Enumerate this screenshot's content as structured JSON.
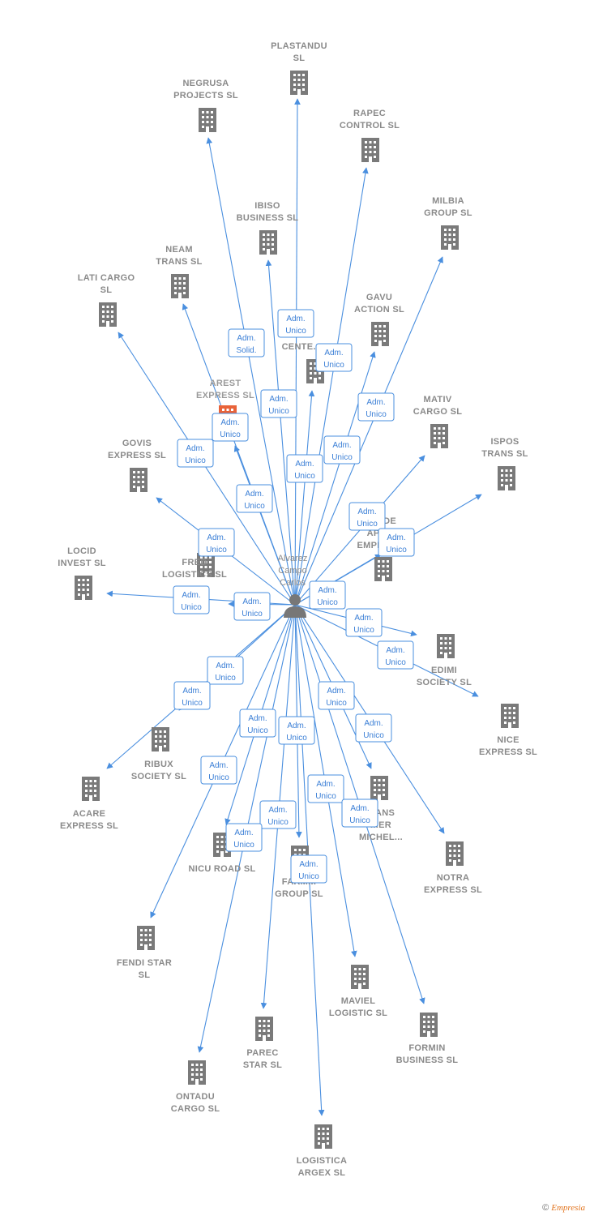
{
  "center": {
    "label_lines": [
      "Alvarez",
      "Campo",
      "Carlos"
    ],
    "icon": "person-icon"
  },
  "colors": {
    "edge": "#4a8fdf",
    "building": "#7a7a7a",
    "highlight_building": "#e8633a"
  },
  "companies": [
    {
      "id": "plastandu",
      "lines": [
        "PLASTANDU",
        "SL"
      ]
    },
    {
      "id": "negrusa",
      "lines": [
        "NEGRUSA",
        "PROJECTS SL"
      ]
    },
    {
      "id": "rapec",
      "lines": [
        "RAPEC",
        "CONTROL SL"
      ]
    },
    {
      "id": "milbia",
      "lines": [
        "MILBIA",
        "GROUP SL"
      ]
    },
    {
      "id": "ibiso",
      "lines": [
        "IBISO",
        "BUSINESS SL"
      ]
    },
    {
      "id": "neam",
      "lines": [
        "NEAM",
        "TRANS SL"
      ]
    },
    {
      "id": "laticargo",
      "lines": [
        "LATI CARGO",
        "SL"
      ]
    },
    {
      "id": "gavu",
      "lines": [
        "GAVU",
        "ACTION SL"
      ]
    },
    {
      "id": "tri",
      "lines": [
        "TRI",
        "CENTE..."
      ]
    },
    {
      "id": "arest",
      "lines": [
        "AREST",
        "EXPRESS SL"
      ],
      "highlight": true
    },
    {
      "id": "mativ",
      "lines": [
        "MATIV",
        "CARGO SL"
      ]
    },
    {
      "id": "govis",
      "lines": [
        "GOVIS",
        "EXPRESS SL"
      ]
    },
    {
      "id": "ispos",
      "lines": [
        "ISPOS",
        "TRANS SL"
      ]
    },
    {
      "id": "apoyo",
      "lines": [
        "...O DE",
        "APO...",
        "EMPREN..."
      ]
    },
    {
      "id": "locid",
      "lines": [
        "LOCID",
        "INVEST SL"
      ]
    },
    {
      "id": "fred",
      "lines": [
        "FRED",
        "LOGISTICS SL"
      ]
    },
    {
      "id": "edimi",
      "lines": [
        "EDIMI",
        "SOCIETY SL"
      ]
    },
    {
      "id": "nice",
      "lines": [
        "NICE",
        "EXPRESS SL"
      ]
    },
    {
      "id": "ribux",
      "lines": [
        "RIBUX",
        "SOCIETY SL"
      ]
    },
    {
      "id": "acare",
      "lines": [
        "ACARE",
        "EXPRESS SL"
      ]
    },
    {
      "id": "trans",
      "lines": [
        "...ANS",
        "...ER",
        "MICHEL..."
      ]
    },
    {
      "id": "nicuroad",
      "lines": [
        "NICU ROAD SL"
      ]
    },
    {
      "id": "farm",
      "lines": [
        "FARM...",
        "GROUP SL"
      ]
    },
    {
      "id": "notra",
      "lines": [
        "NOTRA",
        "EXPRESS SL"
      ]
    },
    {
      "id": "fendi",
      "lines": [
        "FENDI STAR",
        "SL"
      ]
    },
    {
      "id": "maviel",
      "lines": [
        "MAVIEL",
        "LOGISTIC SL"
      ]
    },
    {
      "id": "formin",
      "lines": [
        "FORMIN",
        "BUSINESS SL"
      ]
    },
    {
      "id": "parec",
      "lines": [
        "PAREC",
        "STAR SL"
      ]
    },
    {
      "id": "ontadu",
      "lines": [
        "ONTADU",
        "CARGO SL"
      ]
    },
    {
      "id": "logistica",
      "lines": [
        "LOGISTICA",
        "ARGEX SL"
      ]
    }
  ],
  "relations": [
    {
      "to": "plastandu",
      "role": [
        "Adm.",
        "Unico"
      ]
    },
    {
      "to": "negrusa",
      "role": [
        "Adm.",
        "Solid."
      ]
    },
    {
      "to": "rapec",
      "role": [
        "Adm.",
        "Unico"
      ]
    },
    {
      "to": "milbia",
      "role": [
        "Adm.",
        "Unico"
      ]
    },
    {
      "to": "ibiso",
      "role": [
        "Adm.",
        "Unico"
      ]
    },
    {
      "to": "neam",
      "role": [
        "Adm.",
        "Unico"
      ]
    },
    {
      "to": "laticargo",
      "role": [
        "Adm.",
        "Unico"
      ]
    },
    {
      "to": "gavu",
      "role": [
        "Adm.",
        "Unico"
      ]
    },
    {
      "to": "tri",
      "role": [
        "Adm.",
        "Unico"
      ]
    },
    {
      "to": "arest",
      "role": [
        "Adm.",
        "Unico"
      ]
    },
    {
      "to": "mativ",
      "role": [
        "Adm.",
        "Unico"
      ]
    },
    {
      "to": "govis",
      "role": [
        "Adm.",
        "Unico"
      ]
    },
    {
      "to": "ispos",
      "role": [
        "Adm.",
        "Unico"
      ]
    },
    {
      "to": "apoyo",
      "role": [
        "Adm.",
        "Unico"
      ]
    },
    {
      "to": "locid",
      "role": [
        "Adm.",
        "Unico"
      ]
    },
    {
      "to": "fred",
      "role": [
        "Adm.",
        "Unico"
      ]
    },
    {
      "to": "edimi",
      "role": [
        "Adm.",
        "Unico"
      ]
    },
    {
      "to": "nice",
      "role": [
        "Adm.",
        "Unico"
      ]
    },
    {
      "to": "ribux",
      "role": [
        "Adm.",
        "Unico"
      ]
    },
    {
      "to": "acare",
      "role": [
        "Adm.",
        "Unico"
      ]
    },
    {
      "to": "trans",
      "role": [
        "Adm.",
        "Unico"
      ]
    },
    {
      "to": "nicuroad",
      "role": [
        "Adm.",
        "Unico"
      ]
    },
    {
      "to": "farm",
      "role": [
        "Adm.",
        "Unico"
      ]
    },
    {
      "to": "notra",
      "role": [
        "Adm.",
        "Unico"
      ]
    },
    {
      "to": "fendi",
      "role": [
        "Adm.",
        "Unico"
      ]
    },
    {
      "to": "maviel",
      "role": [
        "Adm.",
        "Unico"
      ]
    },
    {
      "to": "formin",
      "role": [
        "Adm.",
        "Unico"
      ]
    },
    {
      "to": "parec",
      "role": [
        "Adm.",
        "Unico"
      ]
    },
    {
      "to": "ontadu",
      "role": [
        "Adm.",
        "Unico"
      ]
    },
    {
      "to": "logistica",
      "role": [
        "Adm.",
        "Unico"
      ]
    }
  ],
  "footer": {
    "copyright": "©",
    "brand": "Empresia"
  }
}
